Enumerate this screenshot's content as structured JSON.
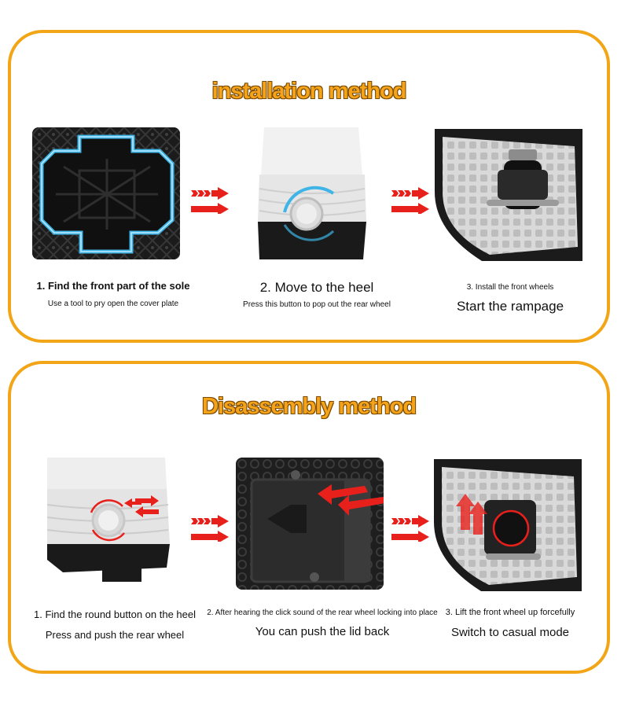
{
  "installation": {
    "title": "installation method",
    "steps": [
      {
        "line1": "1. Find the front part of the sole",
        "line2": "Use a tool to pry open the cover plate"
      },
      {
        "line1": "2. Move to the heel",
        "line2": "Press this button to pop out the rear wheel"
      },
      {
        "line1": "3. Install the front wheels",
        "line2": "Start the rampage"
      }
    ]
  },
  "disassembly": {
    "title": "Disassembly method",
    "steps": [
      {
        "line1": "1. Find the round button on the heel",
        "line2": "Press and push the rear wheel"
      },
      {
        "line1": "2. After hearing the click sound of the rear wheel locking into place",
        "line2": "You can push the lid back"
      },
      {
        "line1": "3. Lift the front wheel up forcefully",
        "line2": "Switch to casual mode"
      }
    ]
  },
  "colors": {
    "frame": "#f2a516",
    "title": "#f4a31b",
    "arrow": "#e8201c",
    "highlight": "#3fb4e6"
  }
}
